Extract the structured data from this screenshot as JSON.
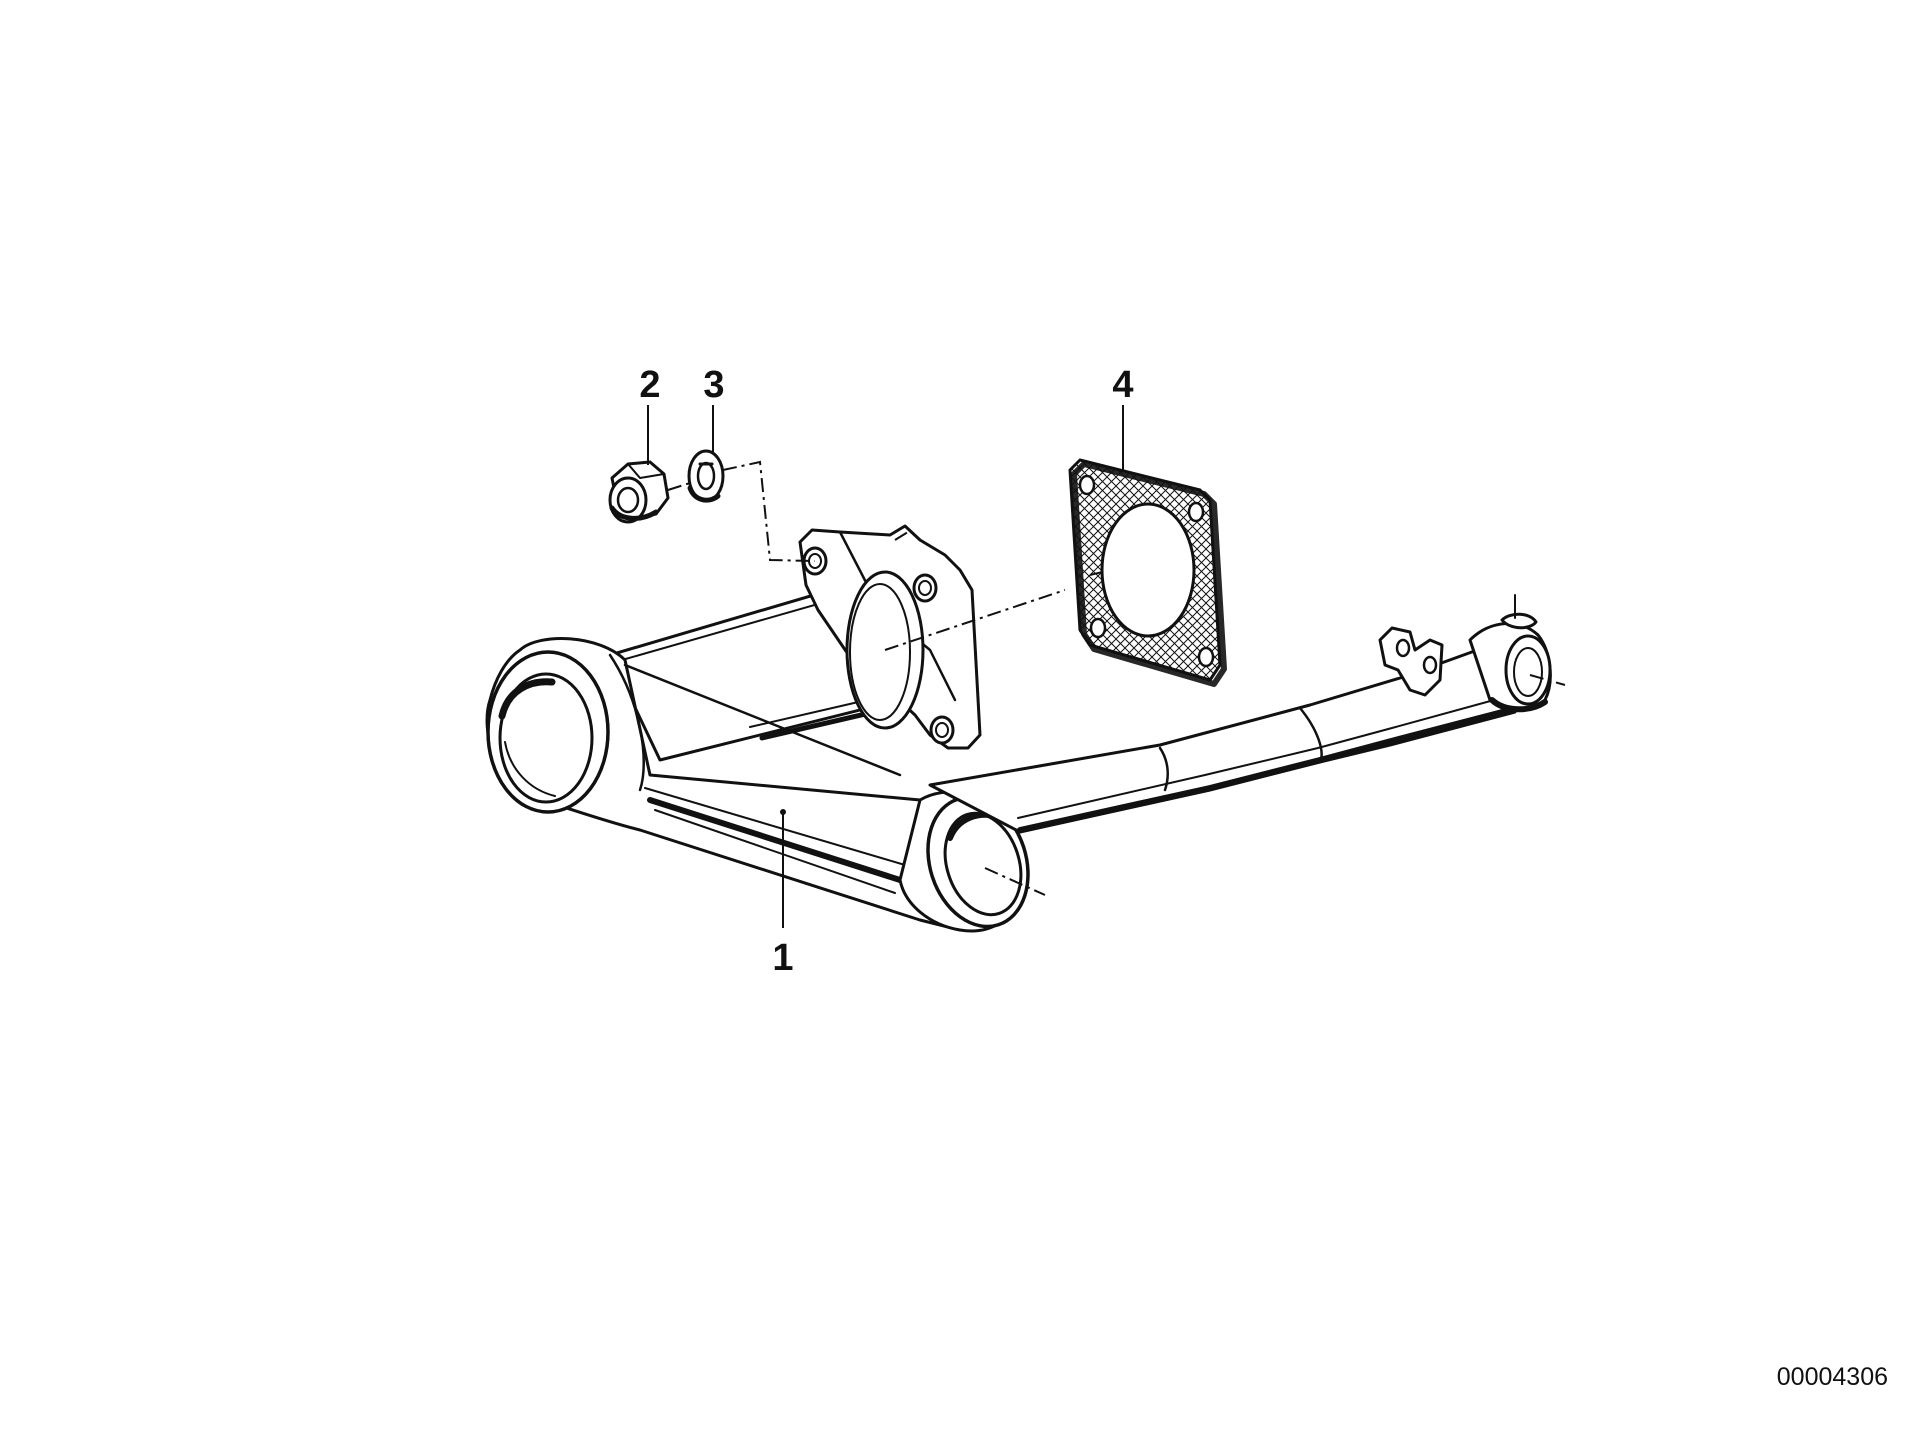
{
  "diagram": {
    "reference_number": "00004306",
    "callouts": [
      {
        "id": "callout-1",
        "label": "1"
      },
      {
        "id": "callout-2",
        "label": "2"
      },
      {
        "id": "callout-3",
        "label": "3"
      },
      {
        "id": "callout-4",
        "label": "4"
      }
    ],
    "colors": {
      "ink": "#111111",
      "background": "#ffffff"
    }
  }
}
